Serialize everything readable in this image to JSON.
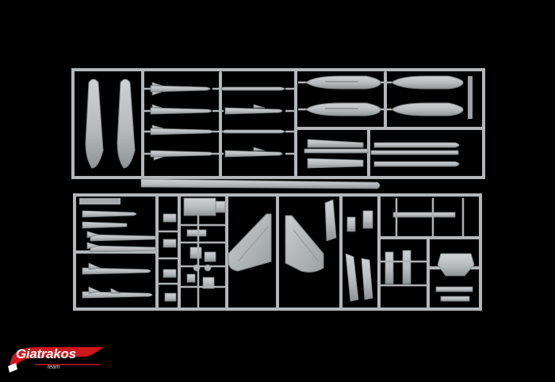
{
  "photo": {
    "subject": "plastic-model-sprue",
    "background_color": "#000000",
    "plastic_color": "#b9bdbf"
  },
  "logo": {
    "brand": "Giatrakos",
    "sub": "team",
    "accent_color": "#d0161d"
  }
}
